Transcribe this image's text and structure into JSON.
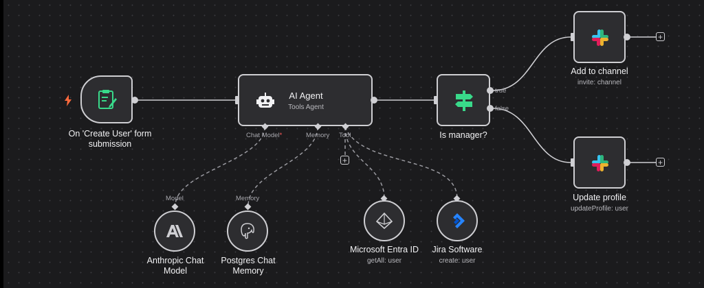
{
  "trigger": {
    "label_line1": "On 'Create User' form",
    "label_line2": "submission",
    "icon": "form-icon",
    "bolt_icon": "lightning-icon",
    "bolt_color": "#ff6a3d"
  },
  "agent": {
    "title": "AI Agent",
    "subtitle": "Tools Agent",
    "icon": "robot-icon",
    "ports": {
      "chat_model": "Chat Model",
      "required_mark": "*",
      "memory": "Memory",
      "tool": "Tool"
    }
  },
  "switch": {
    "label": "Is manager?",
    "icon": "signpost-icon",
    "color": "#39d98a",
    "out_true": "true",
    "out_false": "false"
  },
  "slack_top": {
    "label": "Add to channel",
    "sub": "invite: channel",
    "icon": "slack-icon"
  },
  "slack_bottom": {
    "label": "Update profile",
    "sub": "updateProfile: user",
    "icon": "slack-icon"
  },
  "anthropic": {
    "port": "Model",
    "label_line1": "Anthropic Chat",
    "label_line2": "Model",
    "icon": "anthropic-icon"
  },
  "postgres": {
    "port": "Memory",
    "label_line1": "Postgres Chat",
    "label_line2": "Memory",
    "icon": "postgres-icon"
  },
  "entra": {
    "label": "Microsoft Entra ID",
    "sub": "getAll: user",
    "icon": "entra-icon"
  },
  "jira": {
    "label": "Jira Software",
    "sub": "create: user",
    "icon": "jira-icon",
    "color": "#2684ff"
  },
  "add_symbol": "+"
}
